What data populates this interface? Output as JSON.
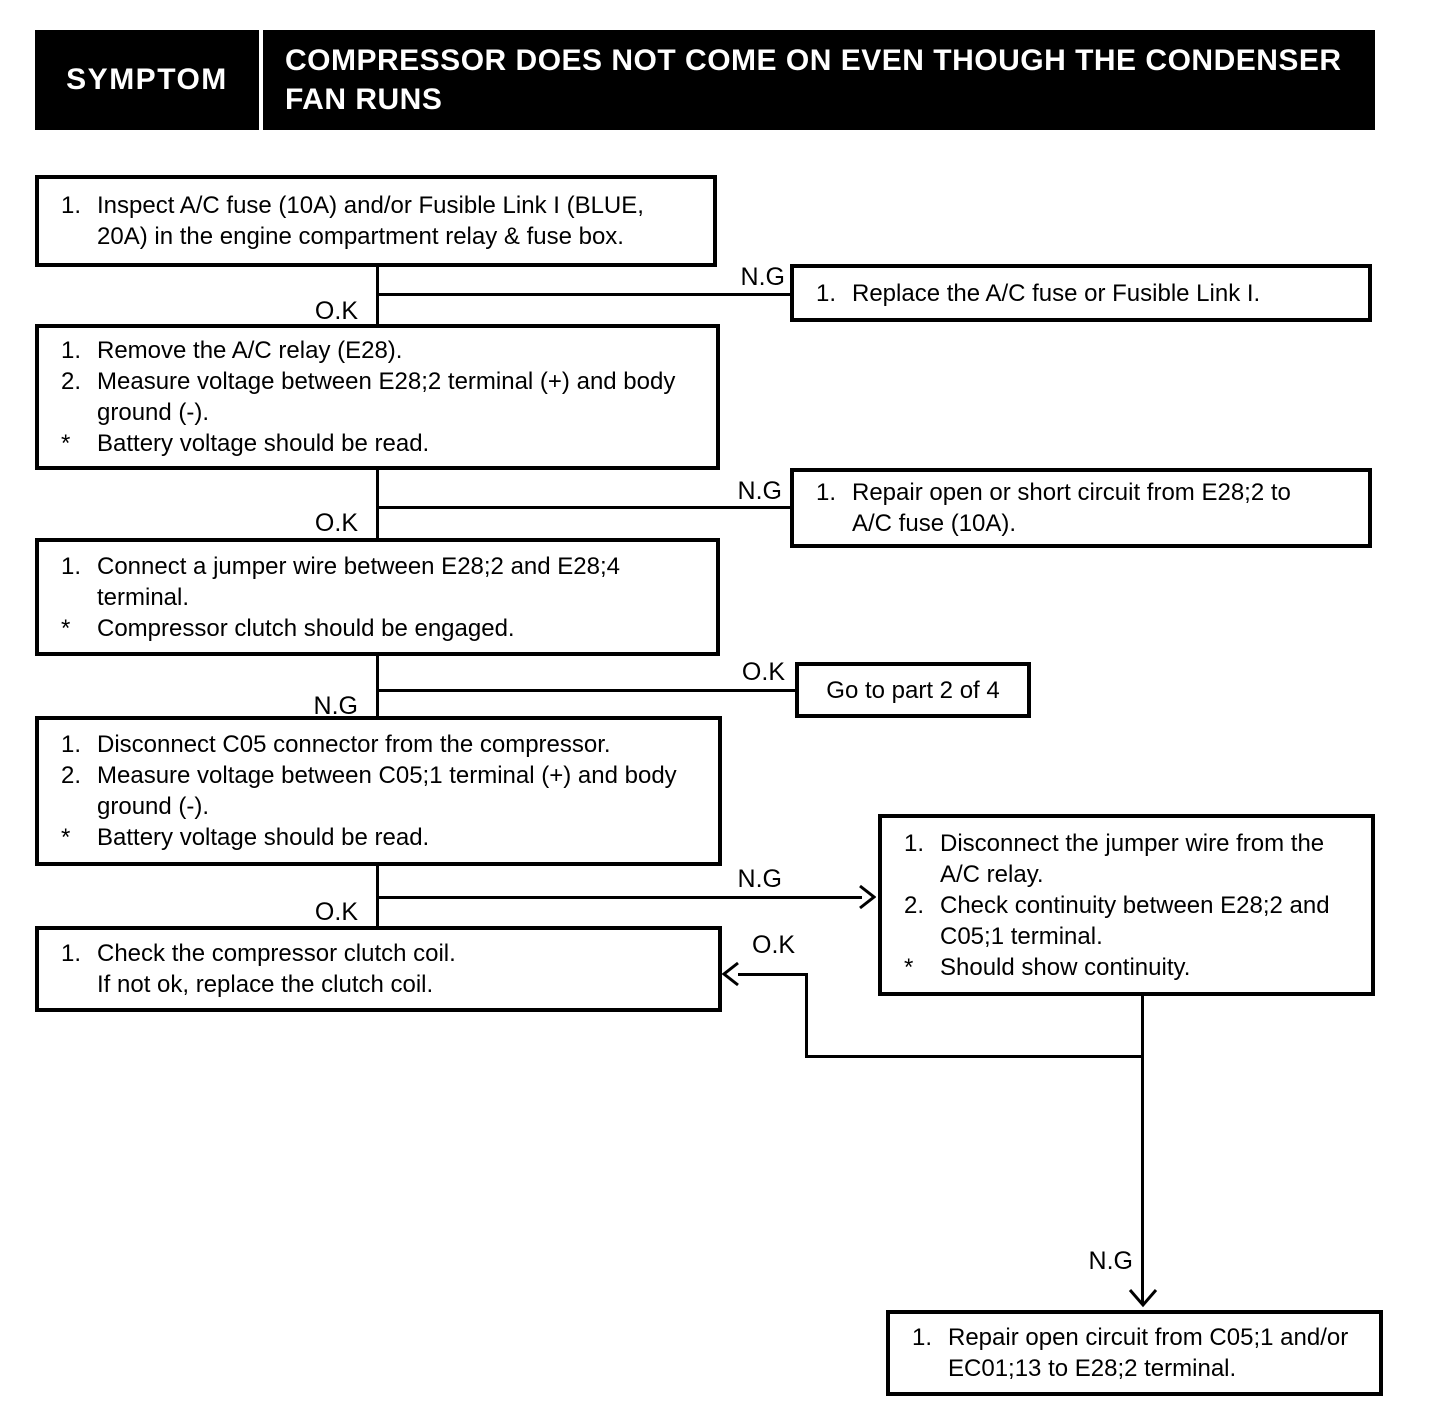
{
  "colors": {
    "header_bg": "#000000",
    "header_text": "#ffffff",
    "line": "#000000",
    "page_bg": "#ffffff"
  },
  "header": {
    "symptom": "SYMPTOM",
    "title_lines": [
      "COMPRESSOR DOES NOT COME ON EVEN THOUGH THE CONDENSER",
      "FAN RUNS"
    ]
  },
  "flow": {
    "labels": {
      "ok": "O.K",
      "ng": "N.G"
    },
    "box_inspect_fuse": {
      "rows": [
        {
          "m": "1.",
          "t": "Inspect A/C fuse (10A) and/or Fusible Link I (BLUE,"
        },
        {
          "m": "",
          "t": "20A) in the engine compartment relay & fuse box."
        }
      ]
    },
    "box_replace_fuse": {
      "rows": [
        {
          "m": "1.",
          "t": "Replace the A/C fuse or Fusible Link I."
        }
      ]
    },
    "box_measure_e28": {
      "rows": [
        {
          "m": "1.",
          "t": "Remove the A/C relay (E28)."
        },
        {
          "m": "2.",
          "t": "Measure voltage between E28;2 terminal (+) and body"
        },
        {
          "m": "",
          "t": "ground (-)."
        },
        {
          "m": "*",
          "t": "Battery voltage should be read."
        }
      ]
    },
    "box_repair_e28": {
      "rows": [
        {
          "m": "1.",
          "t": "Repair open or short circuit from E28;2 to"
        },
        {
          "m": "",
          "t": "A/C fuse (10A)."
        }
      ]
    },
    "box_jumper": {
      "rows": [
        {
          "m": "1.",
          "t": "Connect a jumper wire between E28;2 and E28;4"
        },
        {
          "m": "",
          "t": "terminal."
        },
        {
          "m": "*",
          "t": "Compressor clutch should be engaged."
        }
      ]
    },
    "box_goto": {
      "text": "Go to part 2 of 4"
    },
    "box_measure_c05": {
      "rows": [
        {
          "m": "1.",
          "t": "Disconnect C05 connector from the compressor."
        },
        {
          "m": "2.",
          "t": "Measure voltage between C05;1 terminal (+) and body"
        },
        {
          "m": "",
          "t": "ground (-)."
        },
        {
          "m": "*",
          "t": "Battery voltage should be read."
        }
      ]
    },
    "box_continuity": {
      "rows": [
        {
          "m": "1.",
          "t": "Disconnect the jumper wire from the"
        },
        {
          "m": "",
          "t": "A/C relay."
        },
        {
          "m": "2.",
          "t": "Check continuity between E28;2 and"
        },
        {
          "m": "",
          "t": "C05;1 terminal."
        },
        {
          "m": "*",
          "t": "Should show continuity."
        }
      ]
    },
    "box_clutch_coil": {
      "rows": [
        {
          "m": "1.",
          "t": "Check the compressor clutch coil."
        },
        {
          "m": "",
          "t": "If not ok, replace the clutch coil."
        }
      ]
    },
    "box_repair_c05": {
      "rows": [
        {
          "m": "1.",
          "t": "Repair open circuit from C05;1 and/or"
        },
        {
          "m": "",
          "t": "EC01;13 to E28;2 terminal."
        }
      ]
    }
  }
}
